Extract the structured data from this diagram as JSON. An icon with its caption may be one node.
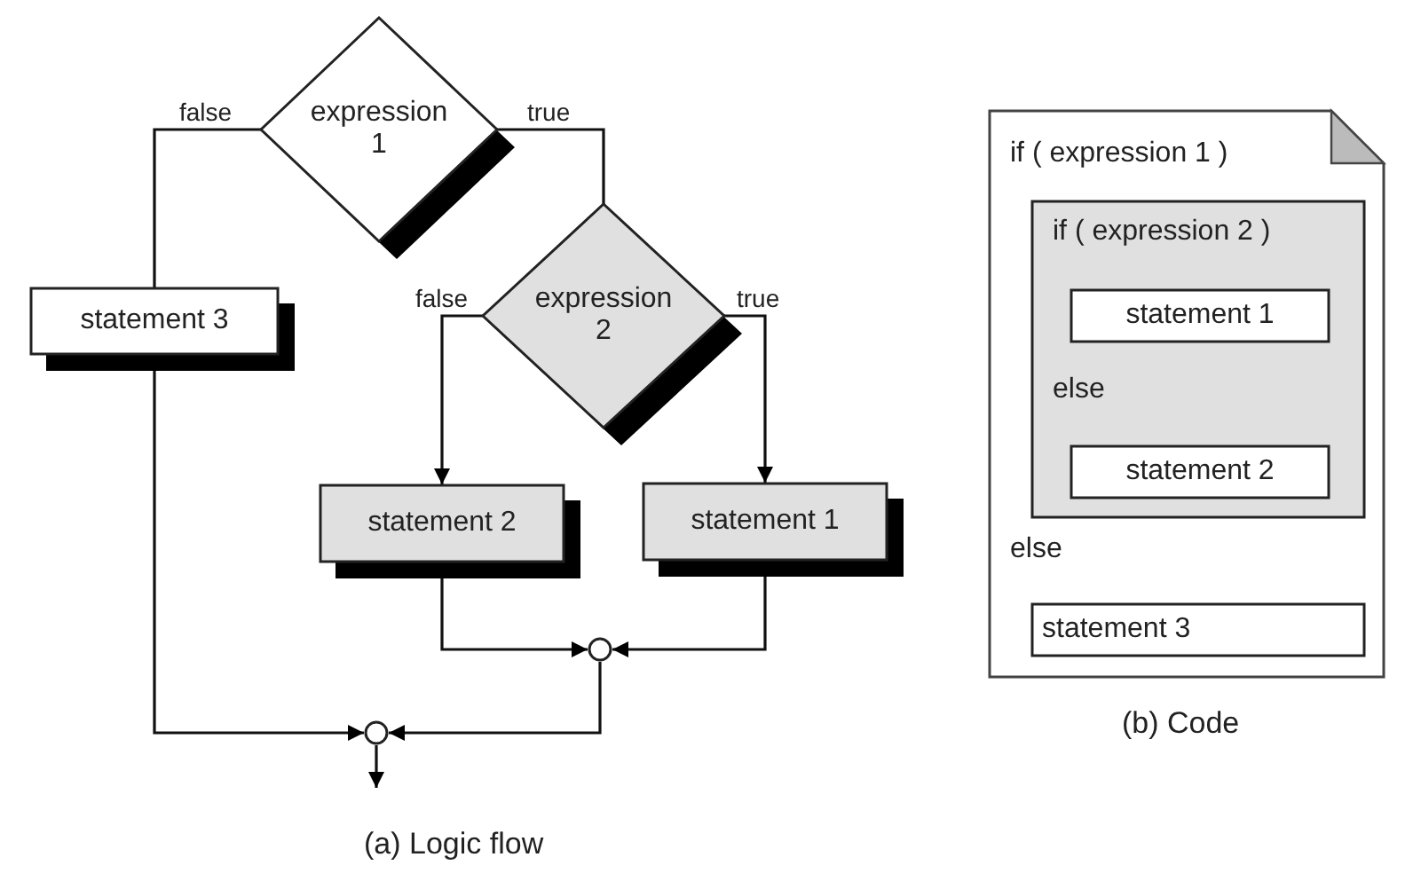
{
  "diagram": {
    "nodes": [
      {
        "text": [
          "expression 1"
        ]
      },
      {
        "text": [
          "statement 3"
        ]
      },
      {
        "text": [
          "expression 2"
        ]
      },
      {
        "text": [
          "statement 2"
        ]
      },
      {
        "text": [
          "statement 1"
        ]
      },
      {
        "text": [],
        "shape": "circle"
      },
      {
        "text": [],
        "shape": "circle"
      },
      {
        "text": [
          "if ( expression 1 )",
          "else"
        ]
      },
      {
        "text": [
          "if ( expression 2 )",
          "else"
        ],
        "in": 7
      },
      {
        "text": [
          "statement 1"
        ],
        "in": 8
      },
      {
        "text": [
          "statement 2"
        ],
        "in": 8
      },
      {
        "text": [
          "statement 3"
        ],
        "in": 7
      }
    ],
    "edges": [
      {
        "from": 0,
        "to": 1,
        "arrow": "none",
        "label": "false"
      },
      {
        "from": 0,
        "to": 2,
        "arrow": "none",
        "label": "true"
      },
      {
        "from": 2,
        "to": 3,
        "arrow": "to",
        "label": "false"
      },
      {
        "from": 2,
        "to": 4,
        "arrow": "to",
        "label": "true"
      },
      {
        "from": 3,
        "to": 5,
        "arrow": "to"
      },
      {
        "from": 4,
        "to": 5,
        "arrow": "to"
      },
      {
        "from": 1,
        "to": 6,
        "arrow": "to"
      },
      {
        "from": 5,
        "to": 6,
        "arrow": "to"
      },
      {
        "from": 6,
        "to": null,
        "arrow": "to"
      }
    ],
    "labels": [
      "(a) Logic flow",
      "(b) Code"
    ]
  }
}
